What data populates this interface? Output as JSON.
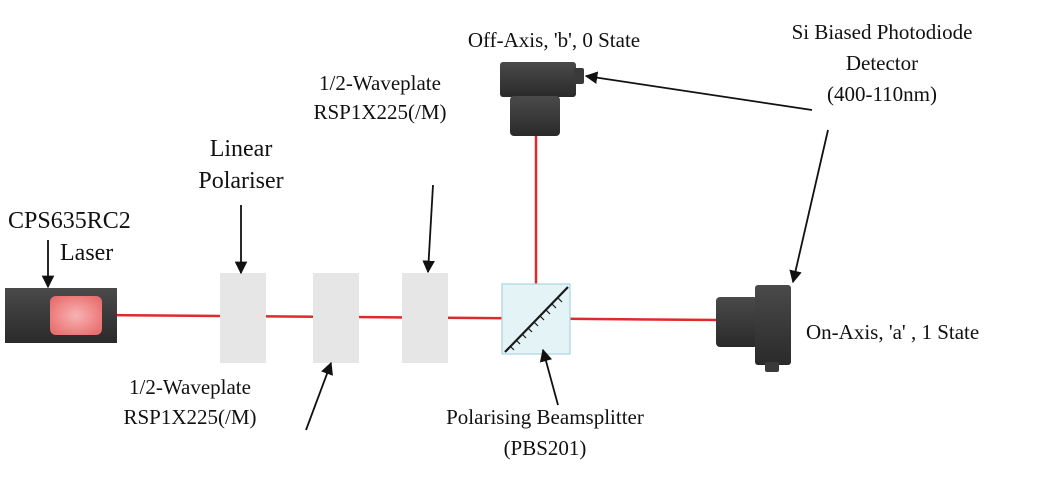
{
  "labels": {
    "laser_line1": "CPS635RC2",
    "laser_line2": "Laser",
    "polariser_line1": "Linear",
    "polariser_line2": "Polariser",
    "waveplate_top_line1": "1/2-Waveplate",
    "waveplate_top_line2": "RSP1X225(/M)",
    "waveplate_bottom_line1": "1/2-Waveplate",
    "waveplate_bottom_line2": "RSP1X225(/M)",
    "beamsplitter_line1": "Polarising Beamsplitter",
    "beamsplitter_line2": "(PBS201)",
    "off_axis": "Off-Axis, 'b', 0 State",
    "on_axis": "On-Axis, 'a' , 1 State",
    "detector_line1": "Si Biased Photodiode",
    "detector_line2": "Detector",
    "detector_line3": "(400-110nm)"
  },
  "colors": {
    "beam": "#e0292b",
    "component_body": "#3a3a3a",
    "optic_plate": "#e6e6e6",
    "laser_glow": "#f08a8a",
    "beamsplitter_face": "#e3f3f6",
    "arrow": "#111111"
  }
}
